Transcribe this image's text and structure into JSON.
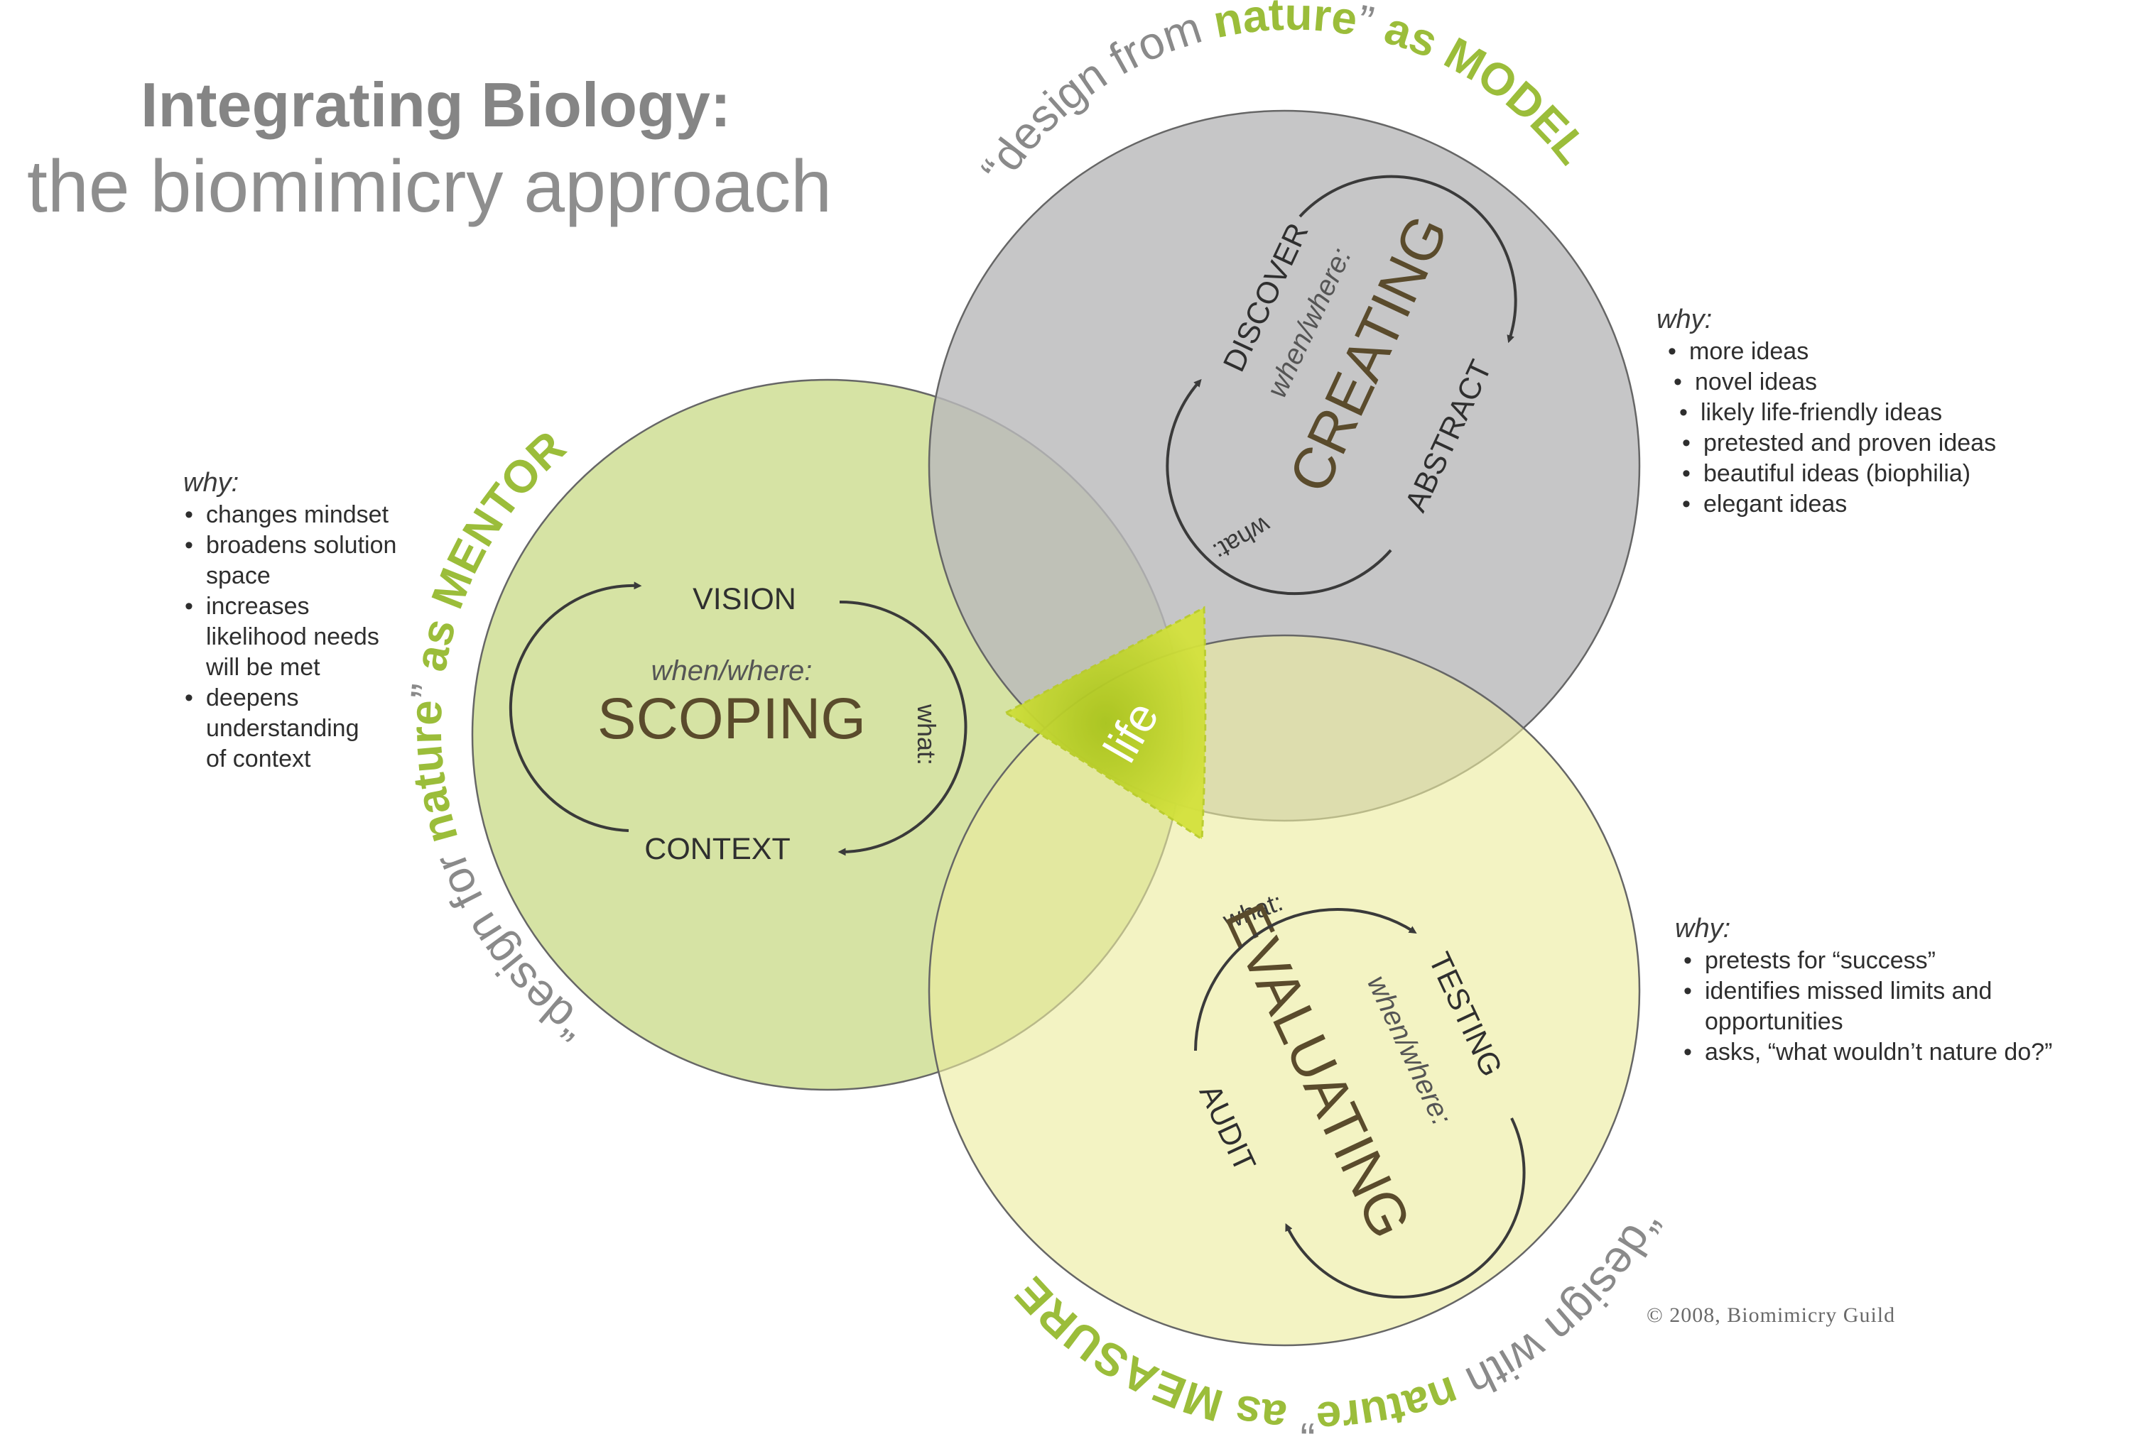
{
  "title": {
    "line1": "Integrating Biology:",
    "line2": "the biomimicry approach"
  },
  "colors": {
    "accent_green": "#9bbd3a",
    "scoping_circle": "#d6e3a4",
    "creating_circle": "#c8c8ca",
    "evaluating_circle": "#efefbe",
    "life_center": "#c2d62a"
  },
  "center": {
    "label": "life"
  },
  "scoping": {
    "arc_label": {
      "open_quote": "“",
      "prefix": "design for ",
      "keyword": "nature",
      "close_quote": "”",
      "suffix": " as MENTOR"
    },
    "when": "when/where:",
    "phase": "SCOPING",
    "what": "what:",
    "top": "VISION",
    "bottom": "CONTEXT",
    "why_label": "why:",
    "why_items": [
      [
        "changes mindset"
      ],
      [
        "broadens solution",
        "space"
      ],
      [
        "increases",
        "likelihood needs",
        "will be met"
      ],
      [
        "deepens",
        "understanding",
        "of context"
      ]
    ]
  },
  "creating": {
    "arc_label": {
      "open_quote": "“",
      "prefix": "design from ",
      "keyword": "nature",
      "close_quote": "”",
      "suffix": " as MODEL"
    },
    "when": "when/where:",
    "phase": "CREATING",
    "what": "what:",
    "step1": "DISCOVER",
    "step2": "ABSTRACT",
    "why_label": "why:",
    "why_items": [
      "more ideas",
      "novel ideas",
      "likely life-friendly ideas",
      "pretested and proven ideas",
      "beautiful ideas (biophilia)",
      "elegant ideas"
    ]
  },
  "evaluating": {
    "arc_label": {
      "open_quote": "“",
      "prefix": "design with ",
      "keyword": "nature",
      "close_quote": "”",
      "suffix": " as MEASURE"
    },
    "when": "when/where:",
    "phase": "EVALUATING",
    "what": "what:",
    "step1": "TESTING",
    "step2": "AUDIT",
    "why_label": "why:",
    "why_items": [
      [
        "pretests for “success”"
      ],
      [
        "identifies missed limits and",
        "opportunities"
      ],
      [
        "asks, “what wouldn’t nature do?”"
      ]
    ]
  },
  "copyright": "© 2008, Biomimicry Guild"
}
